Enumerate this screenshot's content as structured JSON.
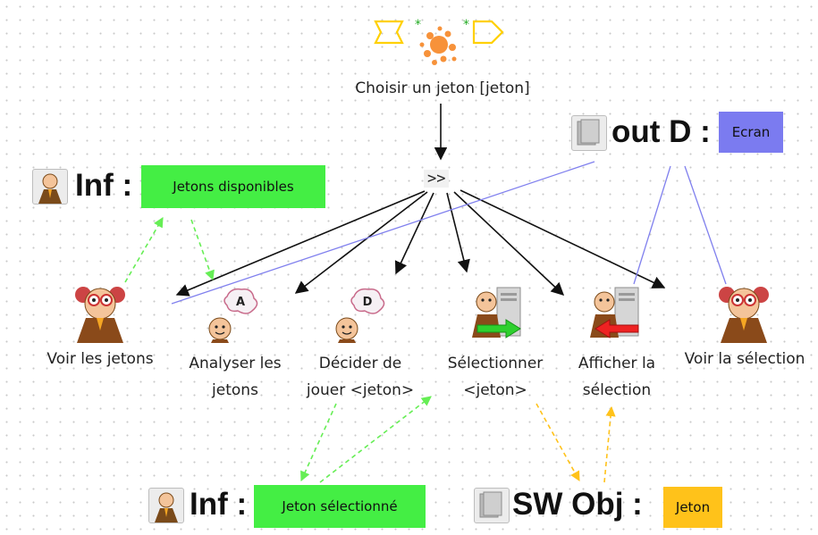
{
  "main_task": {
    "label": "Choisir un jeton [jeton]"
  },
  "operator": {
    "symbol": ">>"
  },
  "subtasks": [
    {
      "id": "voir-jetons",
      "label": "Voir les jetons",
      "icon": "user-interaction-icon"
    },
    {
      "id": "analyser",
      "label": "Analyser les jetons",
      "icon": "cognitive-analysis-icon",
      "badge": "A"
    },
    {
      "id": "decider",
      "label": "Décider de jouer <jeton>",
      "icon": "cognitive-decision-icon",
      "badge": "D"
    },
    {
      "id": "selectionner",
      "label": "Sélectionner <jeton>",
      "icon": "motor-input-icon"
    },
    {
      "id": "afficher",
      "label": "Afficher la sélection",
      "icon": "system-output-icon"
    },
    {
      "id": "voir-selection",
      "label": "Voir la sélection",
      "icon": "user-interaction-icon"
    }
  ],
  "objects": {
    "inf_disponibles": {
      "prefix": "Inf :",
      "value": "Jetons disponibles",
      "color": "#44ee44"
    },
    "out_ecran": {
      "prefix": "out D :",
      "value": "Ecran",
      "color": "#7b7bf0"
    },
    "inf_selectionne": {
      "prefix": "Inf :",
      "value": "Jeton sélectionné",
      "color": "#44ee44"
    },
    "sw_jeton": {
      "prefix": "SW Obj :",
      "value": "Jeton",
      "color": "#ffc21a"
    }
  },
  "colors": {
    "arrow": "#111111",
    "info_flow": "#66ee55",
    "device_link": "#8080ee",
    "sw_flow": "#ffc21a"
  }
}
